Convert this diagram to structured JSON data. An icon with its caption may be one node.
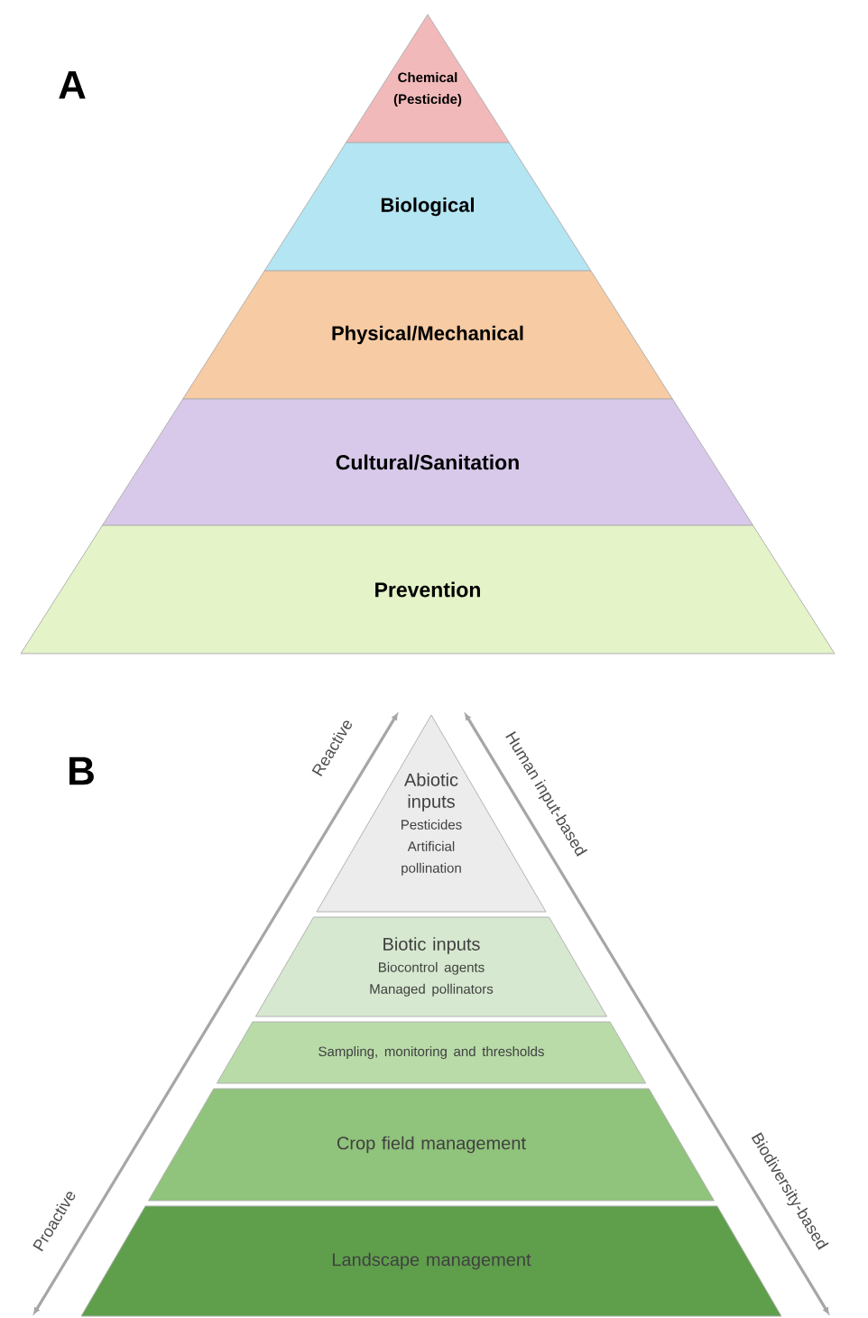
{
  "diagram": {
    "nodes": [
      {
        "text": [
          "Chemical (Pesticide)"
        ]
      },
      {
        "text": [
          "Biological"
        ]
      },
      {
        "text": [
          "Physical/Mechanical"
        ]
      },
      {
        "text": [
          "Cultural/Sanitation"
        ]
      },
      {
        "text": [
          "Prevention"
        ]
      },
      {
        "text": [
          "Abiotic inputs",
          "Pesticides",
          "Artificial pollination"
        ]
      },
      {
        "text": [
          "Biotic inputs",
          "Biocontrol agents",
          "Managed pollinators"
        ]
      },
      {
        "text": [
          "Sampling, monitoring and thresholds"
        ]
      },
      {
        "text": [
          "Crop field management"
        ]
      },
      {
        "text": [
          "Landscape management"
        ]
      }
    ],
    "labels": [
      "A",
      "B",
      "Reactive",
      "Human input-based",
      "Proactive",
      "Biodiversity-based"
    ]
  }
}
